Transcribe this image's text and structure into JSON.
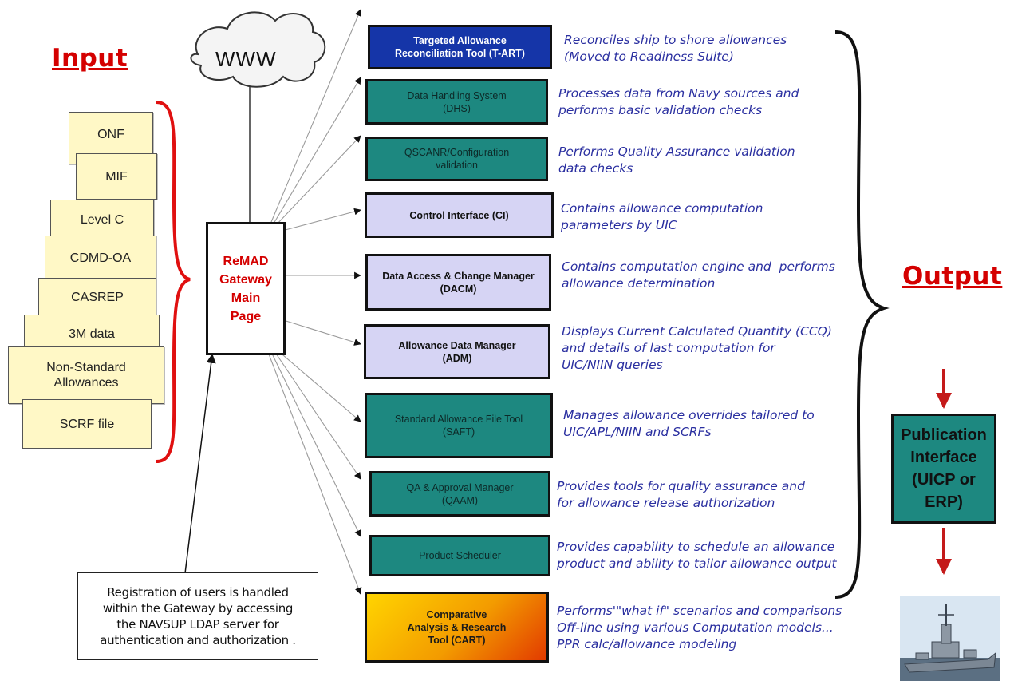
{
  "input_heading": "Input",
  "output_heading": "Output",
  "cloud_label": "WWW",
  "gateway": {
    "line1": "ReMAD",
    "line2": "Gateway",
    "line3": "Main",
    "line4": "Page"
  },
  "inputs": [
    {
      "label": "ONF"
    },
    {
      "label": "MIF"
    },
    {
      "label": "Level C"
    },
    {
      "label": "CDMD-OA"
    },
    {
      "label": "CASREP"
    },
    {
      "label": "3M data"
    },
    {
      "label": "Non-Standard Allowances"
    },
    {
      "label": "SCRF file"
    }
  ],
  "tools": [
    {
      "label": "Targeted Allowance\nReconciliation Tool (T-ART)",
      "style": "blue",
      "description": "Reconciles ship to shore allowances\n(Moved to Readiness Suite)"
    },
    {
      "label": "Data  Handling System\n(DHS)",
      "style": "teal",
      "description": "Processes data from Navy sources and\nperforms basic validation checks"
    },
    {
      "label": "QSCANR/Configuration\nvalidation",
      "style": "teal",
      "description": "Performs Quality Assurance validation\ndata checks"
    },
    {
      "label": "Control Interface (CI)",
      "style": "lavender",
      "description": "Contains allowance computation\nparameters by UIC"
    },
    {
      "label": "Data Access  & Change Manager\n(DACM)",
      "style": "lavender",
      "description": "Contains computation engine and  performs\nallowance determination"
    },
    {
      "label": "Allowance Data Manager\n(ADM)",
      "style": "lavender",
      "description": "Displays Current Calculated Quantity (CCQ)\nand details of last computation for\nUIC/NIIN queries"
    },
    {
      "label": "Standard  Allowance File Tool\n(SAFT)",
      "style": "teal",
      "description": "Manages allowance overrides tailored to\nUIC/APL/NIIN and SCRFs"
    },
    {
      "label": "QA & Approval Manager\n(QAAM)",
      "style": "teal",
      "description": "Provides tools for quality assurance and\nfor allowance release authorization"
    },
    {
      "label": "Product  Scheduler",
      "style": "teal",
      "description": "Provides capability to schedule an allowance\nproduct and ability to tailor allowance output"
    },
    {
      "label": "Comparative\nAnalysis & Research\nTool (CART)",
      "style": "gradient",
      "description": "Performs'\"what if\" scenarios and comparisons\nOff-line using various Computation models...\nPPR calc/allowance modeling"
    }
  ],
  "registration_note": "Registration of users is handled\nwithin the Gateway by accessing\nthe NAVSUP LDAP server for\nauthentication and authorization .",
  "publication_interface": "Publication\nInterface\n(UICP or\nERP)",
  "colors": {
    "heading_red": "#d40000",
    "tool_blue": "#1535a8",
    "tool_teal": "#1d8880",
    "tool_lavender": "#d6d4f4",
    "desc_text": "#2a2fa0"
  }
}
